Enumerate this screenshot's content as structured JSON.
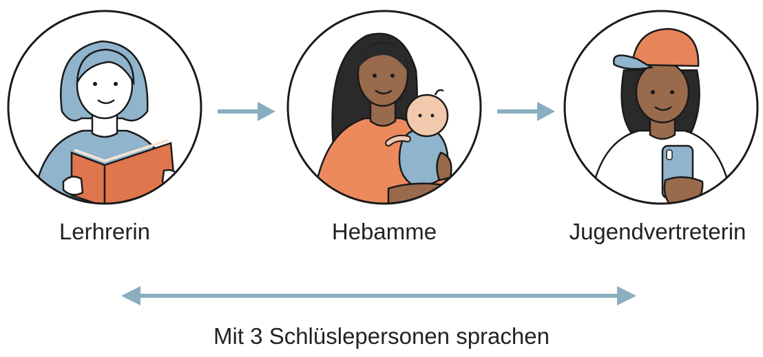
{
  "persons": [
    {
      "label": "Lerhrerin",
      "icon": "teacher-with-book-icon"
    },
    {
      "label": "Hebamme",
      "icon": "midwife-with-baby-icon"
    },
    {
      "label": "Jugendvertreterin",
      "icon": "youth-with-phone-icon"
    }
  ],
  "caption": "Mit 3 Schlüslepersonen sprachen",
  "colors": {
    "arrow": "#8aaec0",
    "outline": "#1a1a1a",
    "skin_light": "#ffffff",
    "skin_dark": "#9a6a4c",
    "hair_blue": "#8fb4cc",
    "shirt_blue": "#8fb4cc",
    "book_orange": "#e0764e",
    "shirt_orange": "#ec8a5e",
    "cap_orange": "#e8845a"
  }
}
